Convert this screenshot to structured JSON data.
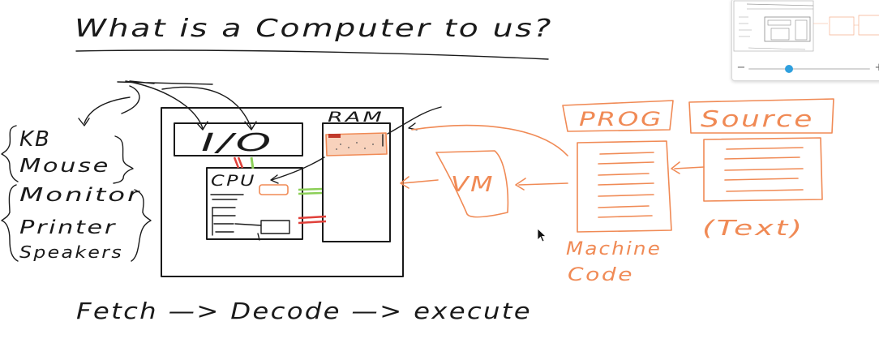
{
  "whiteboard": {
    "title": "What is a Computer to us?",
    "io_label": "I/O",
    "ram_label": "RAM",
    "cpu_label": "CPU",
    "input_devices": [
      "KB",
      "Mouse"
    ],
    "output_devices": [
      "Monitor",
      "Printer",
      "Speakers"
    ],
    "cycle_text": "Fetch —> Decode —> execute",
    "prog_label": "PROG",
    "source_label": "Source",
    "vm_label": "VM",
    "machine_code_line1": "Machine",
    "machine_code_line2": "Code",
    "text_label": "(Text)"
  },
  "minimap": {
    "zoom_out": "−",
    "zoom_in": "+",
    "zoom_level": 0.33
  },
  "colors": {
    "ink": "#1a1a1a",
    "accent_orange": "#f08a55",
    "connector_red": "#e0403a",
    "connector_green": "#8ccf58",
    "slider_blue": "#2fa0de"
  }
}
